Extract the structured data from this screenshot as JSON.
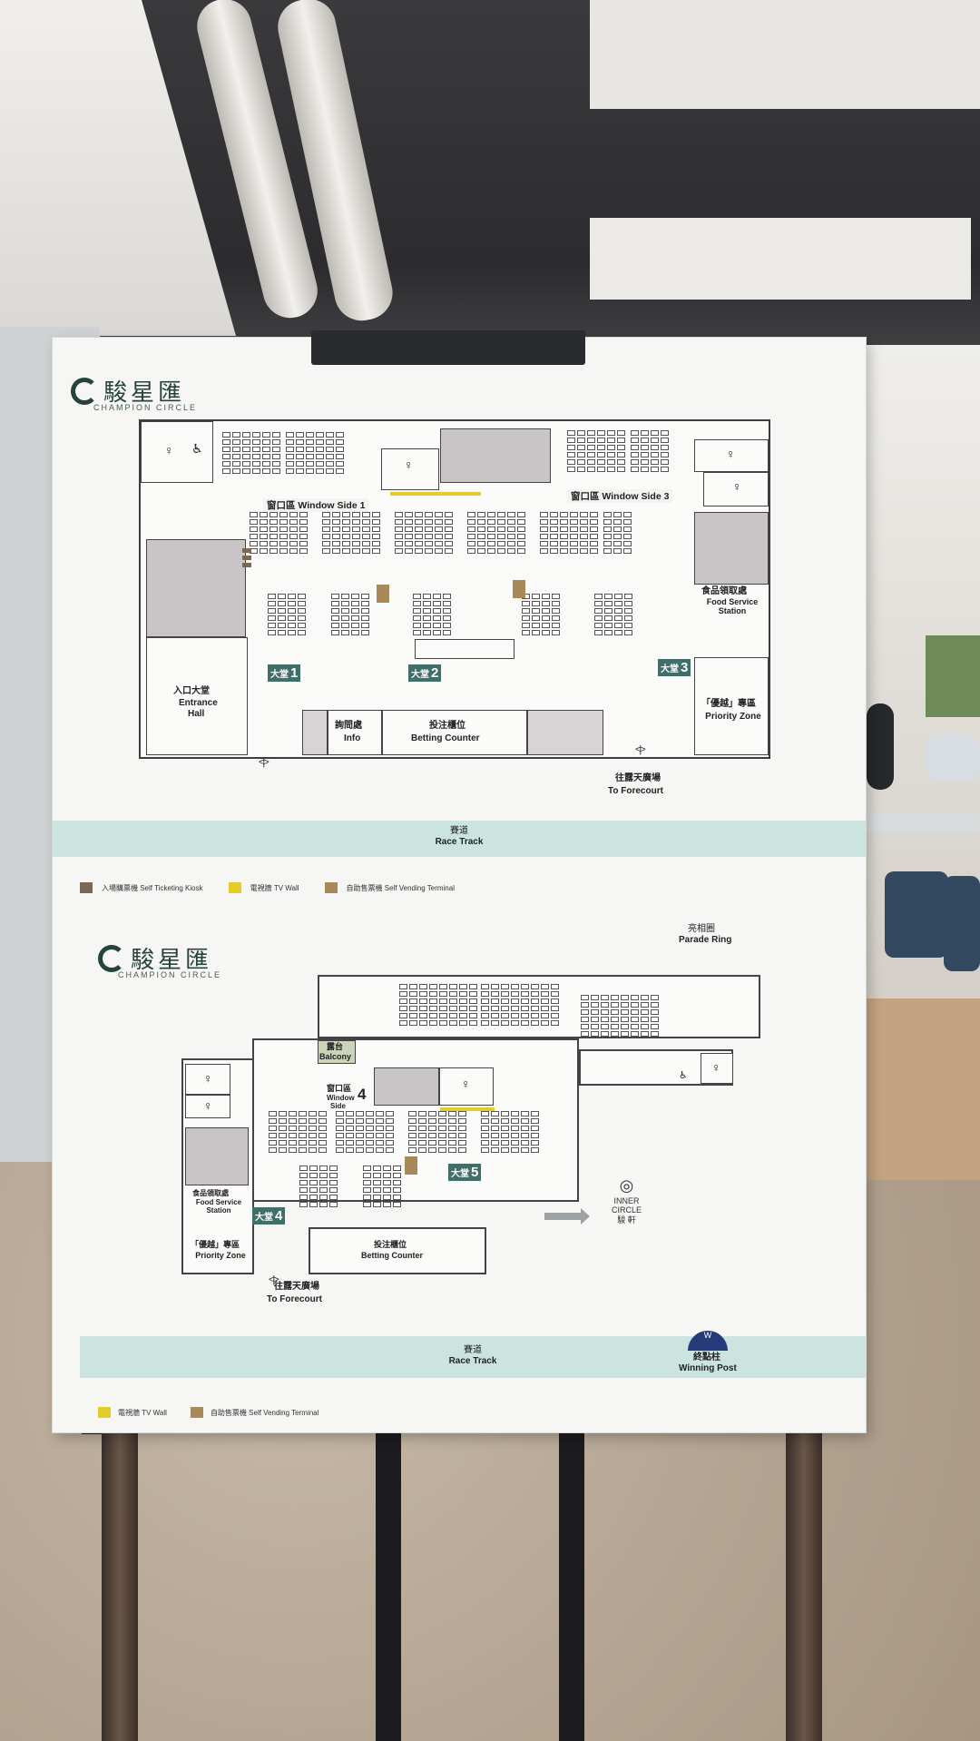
{
  "top_plan": {
    "logo_zh": "駿星匯",
    "logo_en": "CHAMPION CIRCLE",
    "window_side_1": "窗口區 Window Side 1",
    "window_side_3": "窗口區 Window Side 3",
    "entrance_zh": "入口大堂",
    "entrance_en": "Entrance",
    "entrance_en2": "Hall",
    "info_zh": "詢問處",
    "info_en": "Info",
    "betting_zh": "投注櫃位",
    "betting_en": "Betting Counter",
    "food_zh": "食品領取處",
    "food_en": "Food Service Station",
    "priority_zh": "「優越」專區",
    "priority_en": "Priority Zone",
    "forecourt_zh": "往露天廣場",
    "forecourt_en": "To Forecourt",
    "hall1_zh": "大堂",
    "hall1_num": "1",
    "hall2_zh": "大堂",
    "hall2_num": "2",
    "hall3_zh": "大堂",
    "hall3_num": "3",
    "race_zh": "賽道",
    "race_en": "Race Track"
  },
  "legend_top": {
    "kiosk": "入場購票機 Self Ticketing Kiosk",
    "tv": "電視牆 TV Wall",
    "vending": "自助售票機 Self Vending Terminal"
  },
  "bottom_plan": {
    "logo_zh": "駿星匯",
    "logo_en": "CHAMPION CIRCLE",
    "parade_zh": "亮相圈",
    "parade_en": "Parade Ring",
    "balcony_zh": "露台",
    "balcony_en": "Balcony",
    "window_side_zh": "窗口區",
    "window_side_en": "Window",
    "window_side_en2": "Side",
    "window_side_num": "4",
    "food_zh": "食品領取處",
    "food_en": "Food Service Station",
    "priority_zh": "「優越」專區",
    "priority_en": "Priority Zone",
    "betting_zh": "投注櫃位",
    "betting_en": "Betting Counter",
    "hall4_zh": "大堂",
    "hall4_num": "4",
    "hall5_zh": "大堂",
    "hall5_num": "5",
    "inner_en": "INNER",
    "inner_en2": "CIRCLE",
    "inner_zh": "駿 軒",
    "forecourt_zh": "往露天廣場",
    "forecourt_en": "To Forecourt",
    "race_zh": "賽道",
    "race_en": "Race Track",
    "winning_zh": "終點柱",
    "winning_en": "Winning Post",
    "winning_mark": "W"
  },
  "legend_bottom": {
    "tv": "電視牆 TV Wall",
    "vending": "自助售票機 Self Vending Terminal"
  },
  "colors": {
    "tv_wall": "#e6cc2a",
    "kiosk": "#7a6855",
    "vending": "#a88a5a",
    "hall_badge": "#3f6f68",
    "race_track": "#cbe4df",
    "winning_post": "#263a7a"
  },
  "icons": [
    "restroom-icon",
    "accessible-icon",
    "arrow-right-icon",
    "door-icon"
  ]
}
